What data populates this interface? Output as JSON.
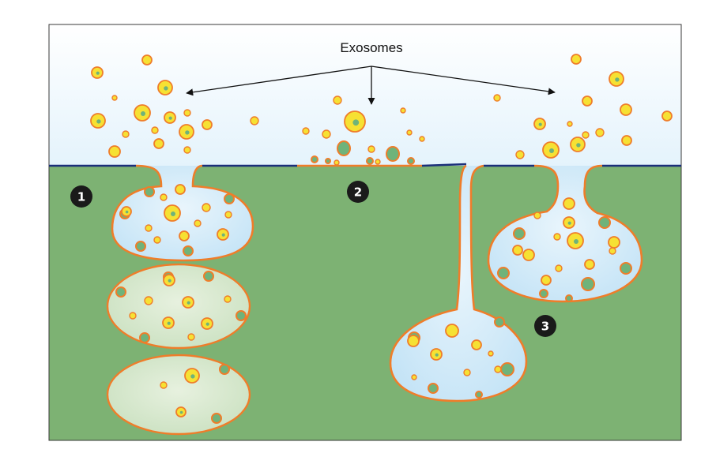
{
  "diagram": {
    "title": "Exosomes",
    "steps": [
      {
        "id": "step-1",
        "label": "1"
      },
      {
        "id": "step-2",
        "label": "2"
      },
      {
        "id": "step-3",
        "label": "3"
      }
    ]
  },
  "colors": {
    "extracellular": "#eaf6fd",
    "cytoplasm": "#7db273",
    "membrane_line": "#1b2f7a",
    "compartment_fill": "#cce8f7",
    "old_compartment_fill": "#d6e8cf",
    "vesicle_fill": "#f6e133",
    "vesicle_outline": "#ef7d2a",
    "vesicle_core": "#6fb37a",
    "arrow": "#111111",
    "badge": "#1a1a1a"
  }
}
